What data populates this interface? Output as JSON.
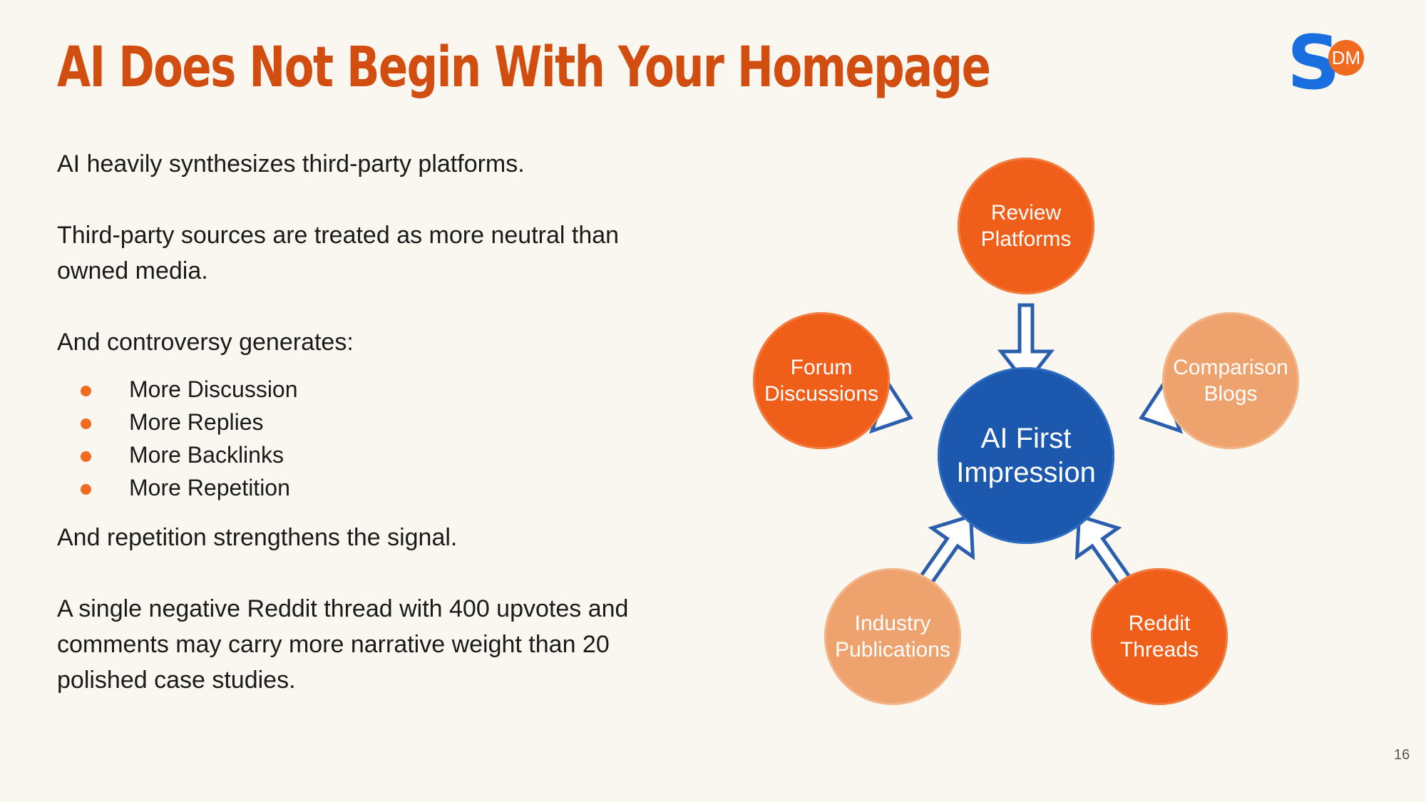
{
  "slide": {
    "title": "AI Does Not Begin With Your Homepage",
    "page_number": "16"
  },
  "logo": {
    "letter": "S",
    "badge": "DM"
  },
  "content": {
    "para1": "AI heavily synthesizes third-party platforms.",
    "para2": "Third-party sources are treated as more neutral than owned media.",
    "para3": "And controversy generates:",
    "bullets": [
      "More Discussion",
      "More Replies",
      "More Backlinks",
      "More Repetition"
    ],
    "para4": "And repetition strengthens the signal.",
    "para5": "A single negative Reddit thread with 400 upvotes and comments may carry more narrative weight than 20 polished case studies."
  },
  "diagram": {
    "center": "AI First Impression",
    "nodes": {
      "review": "Review Platforms",
      "comparison": "Comparison Blogs",
      "reddit": "Reddit Threads",
      "industry": "Industry Publications",
      "forum": "Forum Discussions"
    },
    "colors": {
      "center": "#1c58ad",
      "strong": "#ef5f1a",
      "light": "#eea26e",
      "arrow": "#2b5fae"
    }
  }
}
